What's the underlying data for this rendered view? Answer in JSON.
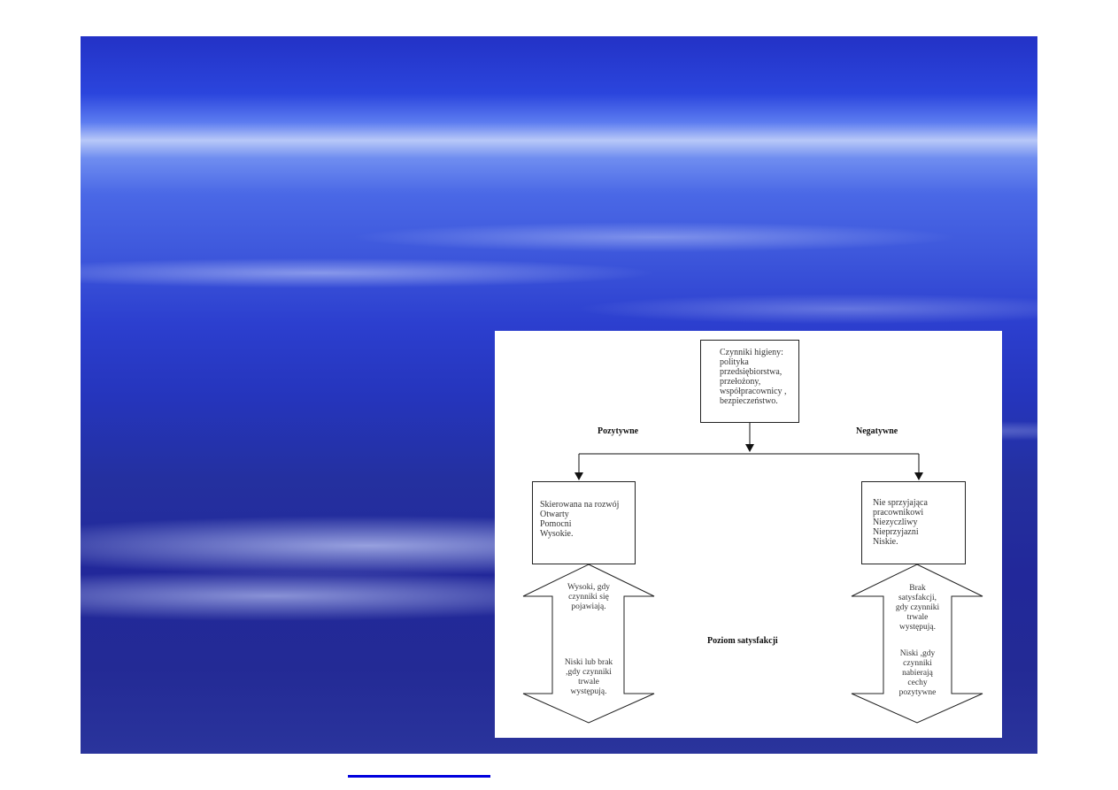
{
  "slide": {
    "background_theme": "blue-sky-clouds",
    "colors": {
      "sky_top": "#2332c6",
      "sky_band": "#b8c8f8",
      "sky_bottom": "#232a95",
      "link": "#0000dd"
    }
  },
  "diagram": {
    "top_box": {
      "title": "Czynniki higieny:",
      "lines": [
        "polityka",
        "przedsiębiorstwa,",
        "przełożony,",
        "współpracownicy ,",
        "bezpieczeństwo."
      ]
    },
    "branch_labels": {
      "positive": "Pozytywne",
      "negative": "Negatywne"
    },
    "left_box": {
      "lines": [
        "Skierowana na rozwój",
        "Otwarty",
        "Pomocni",
        "Wysokie."
      ]
    },
    "right_box": {
      "lines": [
        "Nie sprzyjająca",
        "pracownikowi",
        "Niezyczliwy",
        "Nieprzyjazni",
        "Niskie."
      ]
    },
    "left_arrow": {
      "top_lines": [
        "Wysoki, gdy",
        "czynniki się",
        "pojawiają."
      ],
      "bottom_lines": [
        "Niski lub brak",
        ",gdy czynniki",
        "trwale",
        "występują."
      ]
    },
    "right_arrow": {
      "top_lines": [
        "Brak",
        "satysfakcji,",
        "gdy czynniki",
        "trwale",
        "występują."
      ],
      "bottom_lines": [
        "Niski ,gdy",
        "czynniki",
        "nabierają",
        "cechy",
        "pozytywne"
      ]
    },
    "center_label": "Poziom satysfakcji"
  }
}
